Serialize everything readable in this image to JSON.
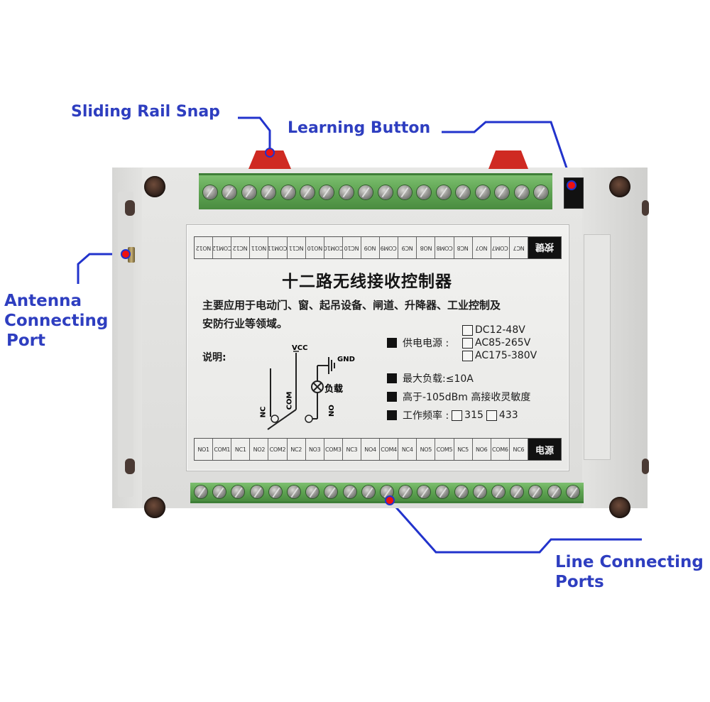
{
  "product": {
    "title": "十二路无线接收控制器",
    "description_line1": "主要应用于电动门、窗、起吊设备、闸道、升降器、工业控制及",
    "description_line2": "安防行业等领域。"
  },
  "callouts": {
    "sliding_rail_snap": "Sliding Rail Snap",
    "learning_button": "Learning Button",
    "antenna_line1": "Antenna",
    "antenna_line2": "Connecting",
    "antenna_line3": "Port",
    "line_ports_line1": "Line Connecting",
    "line_ports_line2": "Ports",
    "line_color": "#2233cc",
    "dot_color": "#ee1111",
    "text_color": "#2e3ec0"
  },
  "top_terminals": {
    "labels": [
      "NO12",
      "COM12",
      "NC12",
      "NO11",
      "COM11",
      "NC11",
      "NO10",
      "COM10",
      "NC10",
      "NO9",
      "COM9",
      "NC9",
      "NO8",
      "COM8",
      "NC8",
      "NO7",
      "COM7",
      "NC7"
    ],
    "badge": "按键"
  },
  "bottom_terminals": {
    "labels": [
      "NO1",
      "COM1",
      "NC1",
      "NO2",
      "COM2",
      "NC2",
      "NO3",
      "COM3",
      "NC3",
      "NO4",
      "COM4",
      "NC4",
      "NO5",
      "COM5",
      "NC5",
      "NO6",
      "COM6",
      "NC6"
    ],
    "badge": "电源"
  },
  "specs": {
    "power_label": "供电电源 :",
    "power_options": [
      "DC12-48V",
      "AC85-265V",
      "AC175-380V"
    ],
    "max_load": "最大负载:≤10A",
    "sensitivity": "高于-105dBm 高接收灵敏度",
    "frequency_label": "工作频率 :",
    "frequency_options": [
      "315",
      "433"
    ]
  },
  "diagram": {
    "heading": "说明:",
    "vcc": "VCC",
    "gnd": "GND",
    "load": "负载",
    "nc": "NC",
    "com": "COM",
    "no": "NO"
  }
}
